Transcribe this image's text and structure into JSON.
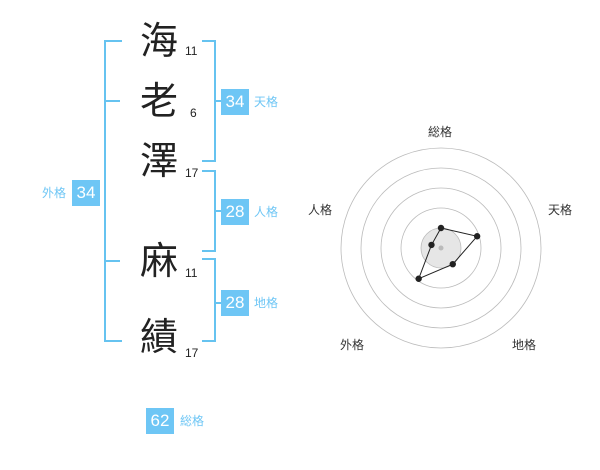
{
  "name": {
    "chars": [
      {
        "char": "海",
        "strokes": "11"
      },
      {
        "char": "老",
        "strokes": "6"
      },
      {
        "char": "澤",
        "strokes": "17"
      },
      {
        "char": "麻",
        "strokes": "11"
      },
      {
        "char": "績",
        "strokes": "17"
      }
    ]
  },
  "kaku": {
    "tenkaku": {
      "value": "34",
      "label": "天格"
    },
    "jinkaku": {
      "value": "28",
      "label": "人格"
    },
    "chikaku": {
      "value": "28",
      "label": "地格"
    },
    "gaikaku": {
      "value": "34",
      "label": "外格"
    },
    "soukaku": {
      "value": "62",
      "label": "総格"
    }
  },
  "radar": {
    "axes": [
      "総格",
      "天格",
      "地格",
      "外格",
      "人格"
    ],
    "values": [
      0.2,
      0.38,
      0.2,
      0.38,
      0.1
    ],
    "colors": {
      "ring": "#bbbbbb",
      "line": "#222222",
      "center": "#e6e6e6"
    }
  },
  "colors": {
    "accent": "#6ec6f5"
  }
}
